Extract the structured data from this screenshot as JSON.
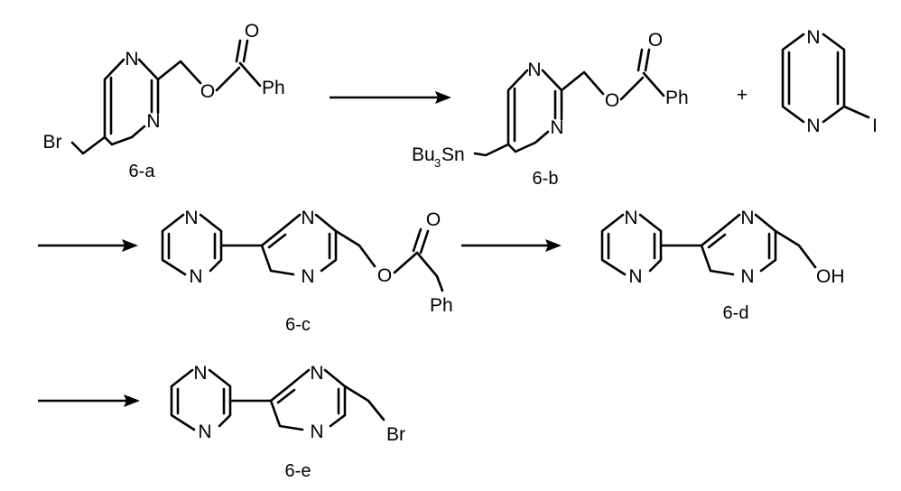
{
  "scheme": {
    "compounds": [
      {
        "id": "6-a",
        "caption": "6-a",
        "atoms": {
          "n1": "N",
          "n3": "N",
          "o_ester": "O",
          "o_carbonyl": "O",
          "phenyl": "Ph",
          "bromine": "Br"
        }
      },
      {
        "id": "6-b",
        "caption": "6-b",
        "atoms": {
          "n1": "N",
          "n3": "N",
          "o_ester": "O",
          "o_carbonyl": "O",
          "phenyl": "Ph",
          "tin_pre": "Bu",
          "tin_sub": "3",
          "tin_post": "Sn"
        }
      },
      {
        "id": "reagent",
        "caption": "",
        "atoms": {
          "n1": "N",
          "n4": "N",
          "iodine": "I"
        }
      },
      {
        "id": "6-c",
        "caption": "6-c",
        "atoms": {
          "pz_n1": "N",
          "pz_n4": "N",
          "pm_n1": "N",
          "pm_n3": "N",
          "o_ester": "O",
          "o_carbonyl": "O",
          "phenyl": "Ph"
        }
      },
      {
        "id": "6-d",
        "caption": "6-d",
        "atoms": {
          "pz_n1": "N",
          "pz_n4": "N",
          "pm_n1": "N",
          "pm_n3": "N",
          "hydroxyl": "OH"
        }
      },
      {
        "id": "6-e",
        "caption": "6-e",
        "atoms": {
          "pz_n1": "N",
          "pz_n4": "N",
          "pm_n1": "N",
          "pm_n3": "N",
          "bromine": "Br"
        }
      }
    ],
    "plus": "+"
  }
}
